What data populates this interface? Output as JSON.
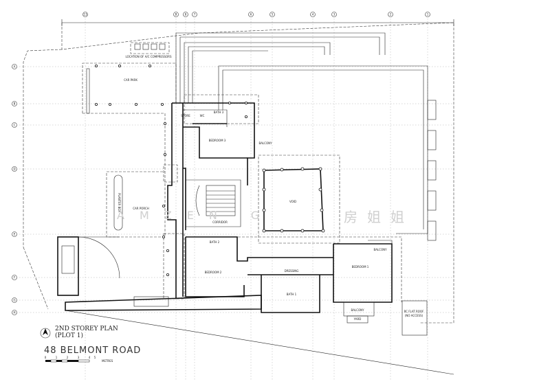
{
  "drawing": {
    "title_line1": "2ND STOREY PLAN",
    "title_line2": "(PLOT 1)",
    "project": "48 BELMONT ROAD",
    "scale_label": "METRES",
    "scale_ticks": [
      "0",
      "1",
      "2",
      "3",
      "4",
      "5"
    ]
  },
  "grid_columns": [
    "13",
    "B",
    "8",
    "7",
    "6",
    "5",
    "4",
    "3",
    "2",
    "1"
  ],
  "grid_rows": [
    "A",
    "B",
    "C",
    "D",
    "E",
    "F",
    "G",
    "H"
  ],
  "rooms": {
    "car_park": "CAR PARK",
    "car_porch": "CAR PORCH",
    "planter_box": "PLANTER BOX",
    "bedroom_3": "BEDROOM 3",
    "balcony_1": "BALCONY",
    "store": "STORE",
    "wc": "WC",
    "bath_3": "BATH 3",
    "corridor": "CORRIDOR",
    "void": "VOID",
    "bedroom_2": "BEDROOM 2",
    "bath_2": "BATH 2",
    "dressing": "DRESSING",
    "bath_1": "BATH 1",
    "bedroom_1": "BEDROOM 1",
    "balcony_2": "BALCONY",
    "balcony_3": "BALCONY",
    "flat_roof": "RC FLAT ROOF",
    "flat_roof_2": "(NO ACCESS)",
    "ac_location": "LOCATION OF A/C COMPRESSORS",
    "yard": "YARD"
  },
  "watermark": {
    "latin": "AMZEN G",
    "cjk": "房姐姐"
  }
}
